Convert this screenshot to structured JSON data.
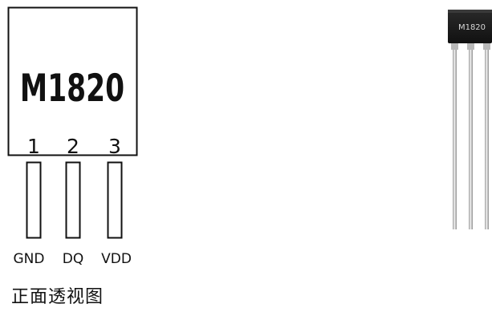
{
  "diagram": {
    "chip_marking": "M1820",
    "pins": [
      {
        "number": "1",
        "name": "GND"
      },
      {
        "number": "2",
        "name": "DQ"
      },
      {
        "number": "3",
        "name": "VDD"
      }
    ],
    "caption": "正面透视图"
  },
  "photo": {
    "chip_marking": "M1820"
  },
  "colors": {
    "outline": "#111111",
    "chip_body": "#1b1b1b",
    "chip_marking": "#d8d8d8",
    "lead_light": "#ececec",
    "lead_dark": "#9a9a9a",
    "background": "#ffffff"
  }
}
